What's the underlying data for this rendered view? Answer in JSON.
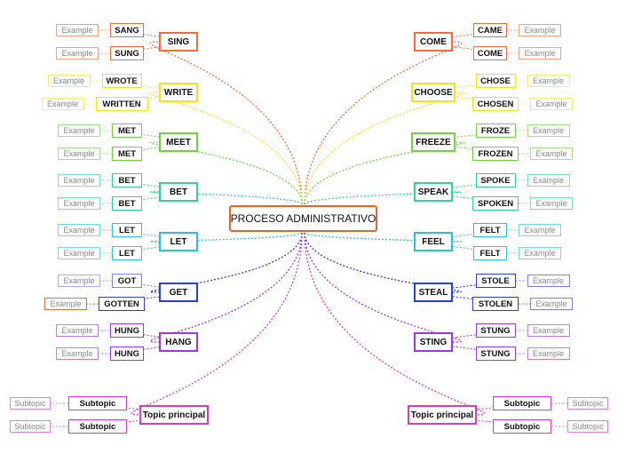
{
  "root": "PROCESO ADMINISTRATIVO",
  "left": [
    {
      "label": "SING",
      "color": "#f26b3a",
      "children": [
        {
          "label": "SANG",
          "example": "Example"
        },
        {
          "label": "SUNG",
          "example": "Example"
        }
      ]
    },
    {
      "label": "WRITE",
      "color": "#f2e21e",
      "children": [
        {
          "label": "WROTE",
          "example": "Example"
        },
        {
          "label": "WRITTEN",
          "example": "Example"
        }
      ]
    },
    {
      "label": "MEET",
      "color": "#6fd33f",
      "children": [
        {
          "label": "MET",
          "example": "Example"
        },
        {
          "label": "MET",
          "example": "Example"
        }
      ]
    },
    {
      "label": "BET",
      "color": "#2fd58f",
      "children": [
        {
          "label": "BET",
          "example": "Example"
        },
        {
          "label": "BET",
          "example": "Example"
        }
      ]
    },
    {
      "label": "LET",
      "color": "#27c3d8",
      "children": [
        {
          "label": "LET",
          "example": "Example"
        },
        {
          "label": "LET",
          "example": "Example"
        }
      ]
    },
    {
      "label": "GET",
      "color": "#2c3fcf",
      "children": [
        {
          "label": "GOT",
          "example": "Example",
          "color": "#7a82e6"
        },
        {
          "label": "GOTTEN",
          "example": "Example",
          "example_color": "#f26b3a"
        }
      ]
    },
    {
      "label": "HANG",
      "color": "#9b3ad6",
      "children": [
        {
          "label": "HUNG",
          "example": "Example"
        },
        {
          "label": "HUNG",
          "example": "Example"
        }
      ]
    },
    {
      "label": "Topic principal",
      "color": "#d83ac8",
      "children": [
        {
          "label": "Subtopic",
          "example": "Subtopic"
        },
        {
          "label": "Subtopic",
          "example": "Subtopic"
        }
      ]
    }
  ],
  "right": [
    {
      "label": "COME",
      "color": "#f26b3a",
      "children": [
        {
          "label": "CAME",
          "example": "Example"
        },
        {
          "label": "COME",
          "example": "Example"
        }
      ]
    },
    {
      "label": "CHOOSE",
      "color": "#f2e21e",
      "children": [
        {
          "label": "CHOSE",
          "example": "Example"
        },
        {
          "label": "CHOSEN",
          "example": "Example"
        }
      ]
    },
    {
      "label": "FREEZE",
      "color": "#6fd33f",
      "children": [
        {
          "label": "FROZE",
          "example": "Example"
        },
        {
          "label": "FROZEN",
          "example": "Example"
        }
      ]
    },
    {
      "label": "SPEAK",
      "color": "#2fd58f",
      "children": [
        {
          "label": "SPOKE",
          "example": "Example"
        },
        {
          "label": "SPOKEN",
          "example": "Example"
        }
      ]
    },
    {
      "label": "FEEL",
      "color": "#27c3d8",
      "children": [
        {
          "label": "FELT",
          "example": "Example"
        },
        {
          "label": "FELT",
          "example": "Example"
        }
      ]
    },
    {
      "label": "STEAL",
      "color": "#2c3fcf",
      "children": [
        {
          "label": "STOLE",
          "example": "Example"
        },
        {
          "label": "STOLEN",
          "example": "Example"
        }
      ]
    },
    {
      "label": "STING",
      "color": "#9b3ad6",
      "children": [
        {
          "label": "STUNG",
          "example": "Example"
        },
        {
          "label": "STUNG",
          "example": "Example"
        }
      ]
    },
    {
      "label": "Topic principal",
      "color": "#d83ac8",
      "children": [
        {
          "label": "Subtopic",
          "example": "Subtopic"
        },
        {
          "label": "Subtopic",
          "example": "Subtopic"
        }
      ]
    }
  ]
}
